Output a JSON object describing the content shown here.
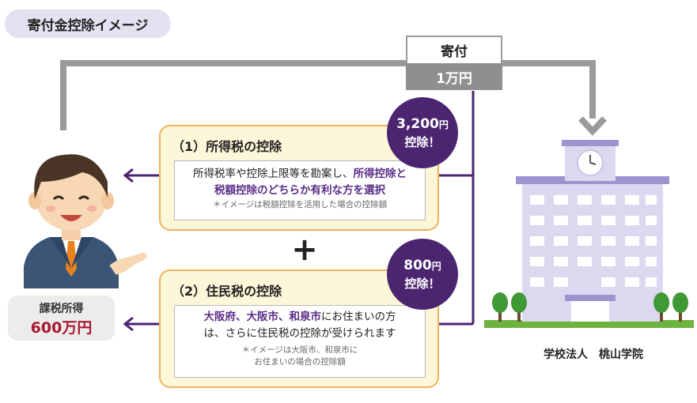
{
  "title": "寄付金控除イメージ",
  "donation": {
    "label": "寄付",
    "amount": "1万円"
  },
  "income_tax": {
    "title": "（1）所得税の控除",
    "text_plain": "所得税率や控除上限等を勘案し、",
    "text_highlight_1": "所得控除と",
    "text_highlight_2": "税額控除のどちらか有利な方を選択",
    "note": "＊イメージは税額控除を活用した場合の控除額",
    "badge_amount": "3,200",
    "badge_unit": "円",
    "badge_label": "控除！"
  },
  "plus_sign": "+",
  "resident_tax": {
    "title": "（2）住民税の控除",
    "text_highlight": "大阪府、大阪市、和泉市",
    "text_plain_1": "にお住まいの方",
    "text_plain_2": "は、さらに住民税の控除が受けられます",
    "note_1": "＊イメージは大阪市、和泉市に",
    "note_2": "お住まいの場合の控除額",
    "badge_amount": "800",
    "badge_unit": "円",
    "badge_label": "控除！"
  },
  "taxable_income": {
    "label": "課税所得",
    "amount": "600万円"
  },
  "school": {
    "name": "学校法人　桃山学院"
  },
  "colors": {
    "arrow_gray": "#9a9a9a",
    "purple": "#4b2570",
    "panel_bg": "#fdf7d9",
    "panel_border": "#f0b25a",
    "building": "#c9c3e6",
    "grass": "#6db33f"
  }
}
